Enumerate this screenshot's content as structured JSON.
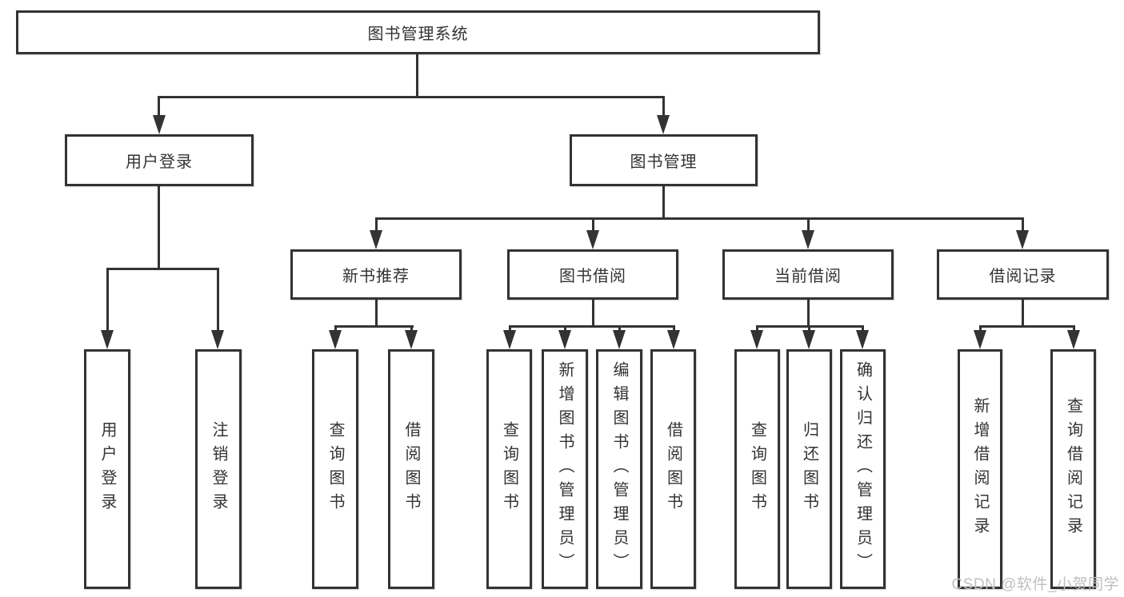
{
  "tree": {
    "label": "图书管理系统",
    "children": [
      {
        "label": "用户登录",
        "children": [
          {
            "label": "用户登录"
          },
          {
            "label": "注销登录"
          }
        ]
      },
      {
        "label": "图书管理",
        "children": [
          {
            "label": "新书推荐",
            "children": [
              {
                "label": "查询图书"
              },
              {
                "label": "借阅图书"
              }
            ]
          },
          {
            "label": "图书借阅",
            "children": [
              {
                "label": "查询图书"
              },
              {
                "label": "新增图书（管理员）"
              },
              {
                "label": "编辑图书（管理员）"
              },
              {
                "label": "借阅图书"
              }
            ]
          },
          {
            "label": "当前借阅",
            "children": [
              {
                "label": "查询图书"
              },
              {
                "label": "归还图书"
              },
              {
                "label": "确认归还（管理员）"
              }
            ]
          },
          {
            "label": "借阅记录",
            "children": [
              {
                "label": "新增借阅记录"
              },
              {
                "label": "查询借阅记录"
              }
            ]
          }
        ]
      }
    ]
  },
  "watermark": {
    "text": "CSDN @软件_小贺同学"
  },
  "colors": {
    "line": "#333333",
    "box_border": "#333333",
    "text": "#333333",
    "watermark": "#bfbfbf",
    "background": "#ffffff"
  }
}
